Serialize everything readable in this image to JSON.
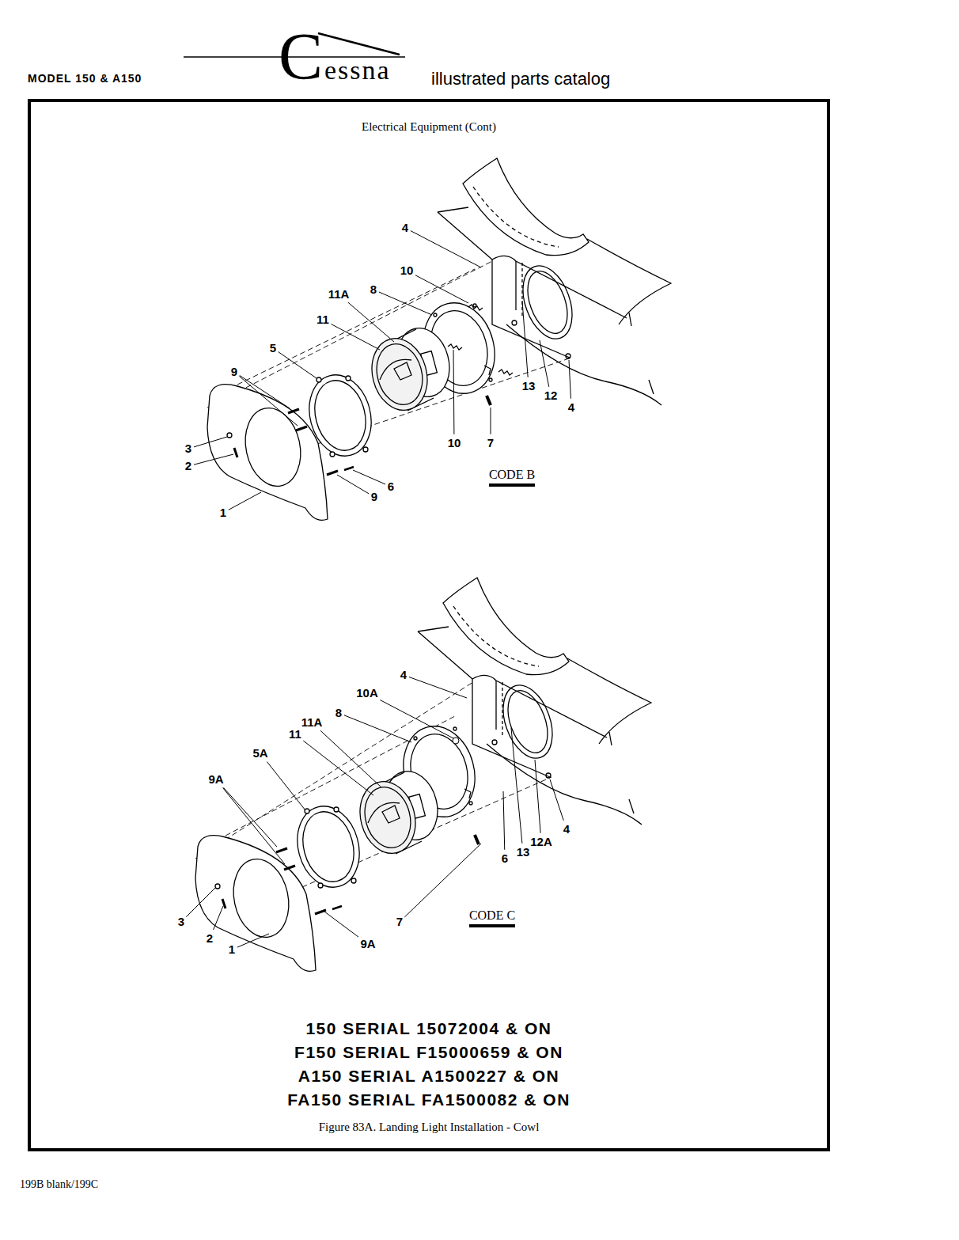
{
  "diagram": {
    "title": "Electrical Equipment (Cont)",
    "caption": "Figure 83A. Landing Light Installation - Cowl",
    "labels": [
      "MODEL 150 & A150",
      "Cessna",
      "illustrated parts catalog",
      "4",
      "10",
      "11A",
      "8",
      "11",
      "5",
      "9",
      "3",
      "2",
      "1",
      "9",
      "6",
      "10",
      "7",
      "13",
      "12",
      "4",
      "CODE B",
      "4",
      "10A",
      "8",
      "11A",
      "11",
      "5A",
      "9A",
      "3",
      "2",
      "1",
      "9A",
      "7",
      "6",
      "13",
      "12A",
      "4",
      "CODE C",
      "150 SERIAL 15072004 & ON",
      "F150 SERIAL F15000659 & ON",
      "A150 SERIAL A1500227 & ON",
      "FA150 SERIAL FA1500082 & ON",
      "199B blank/199C"
    ]
  }
}
